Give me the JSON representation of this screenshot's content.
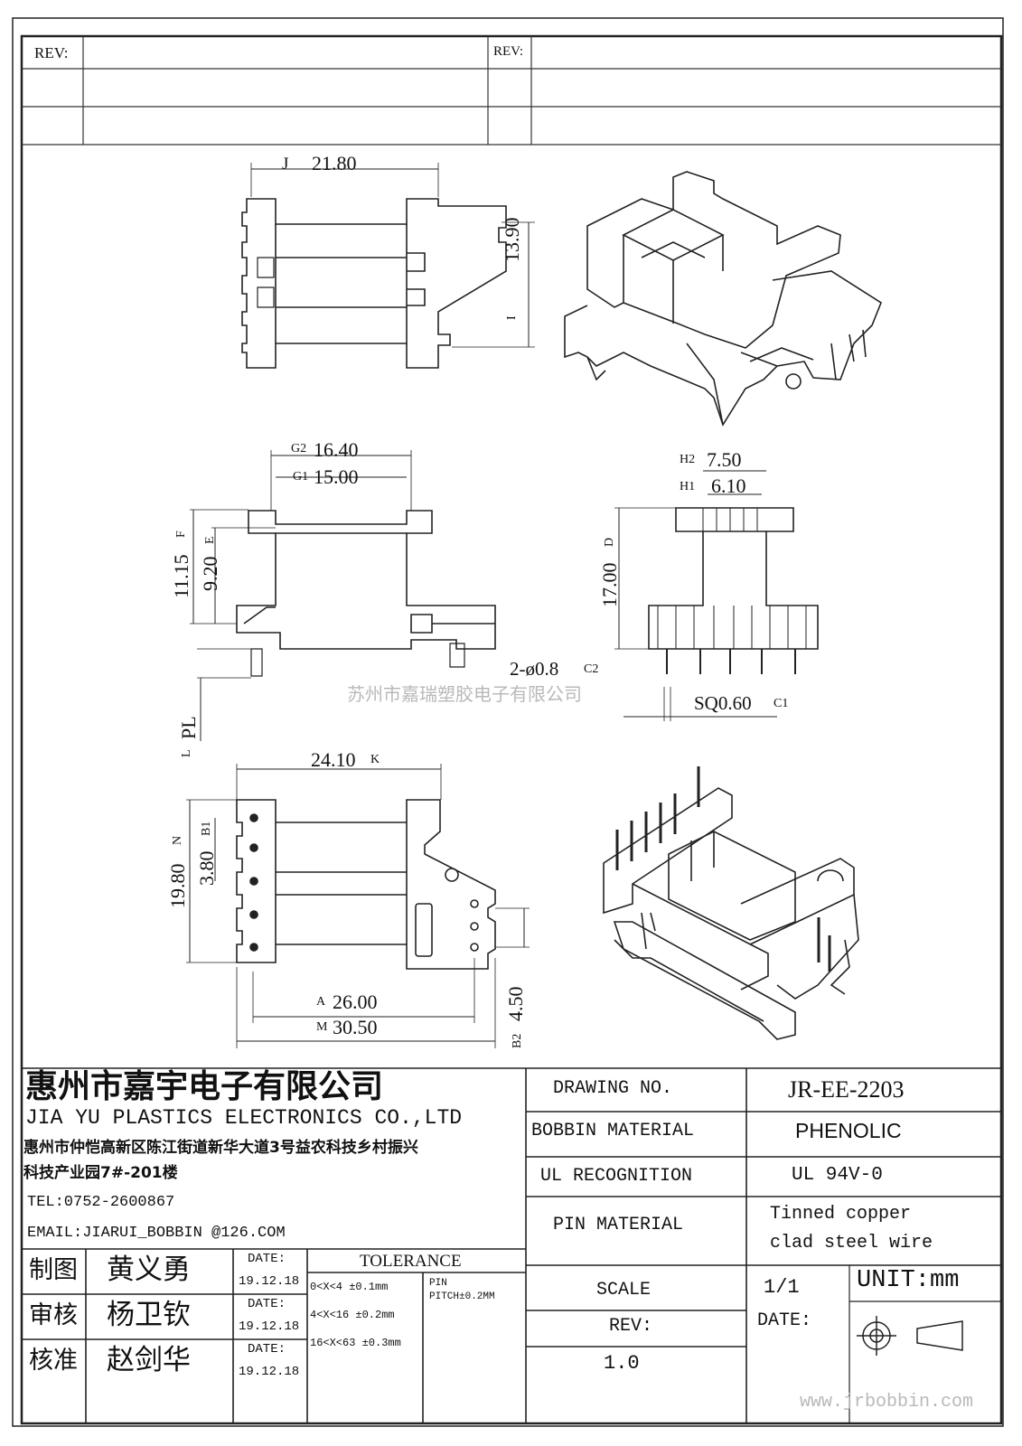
{
  "rev_block": {
    "rev_left": "REV:",
    "rev_right": "REV:"
  },
  "dimensions": {
    "J": "21.80",
    "J_tag": "J",
    "I": "13.90",
    "I_tag": "I",
    "G2": "16.40",
    "G2_tag": "G2",
    "G1": "15.00",
    "G1_tag": "G1",
    "F": "11.15",
    "F_tag": "F",
    "E": "9.20",
    "E_tag": "E",
    "H2": "7.50",
    "H2_tag": "H2",
    "H1": "6.10",
    "H1_tag": "H1",
    "D": "17.00",
    "D_tag": "D",
    "C2": "2-ø0.8",
    "C2_tag": "C2",
    "C1": "SQ0.60",
    "C1_tag": "C1",
    "L": "PL",
    "L_tag": "L",
    "K": "24.10",
    "K_tag": "K",
    "N": "19.80",
    "N_tag": "N",
    "B1": "3.80",
    "B1_tag": "B1",
    "A": "26.00",
    "A_tag": "A",
    "M": "30.50",
    "M_tag": "M",
    "B2": "4.50",
    "B2_tag": "B2"
  },
  "watermark": {
    "text": "苏州市嘉瑞塑胶电子有限公司",
    "url": "www.jrbobbin.com"
  },
  "company": {
    "name_cn": "惠州市嘉宇电子有限公司",
    "name_en": "JIA YU PLASTICS ELECTRONICS CO.,LTD",
    "address_line1": "惠州市仲恺高新区陈江街道新华大道3号益农科技乡村振兴",
    "address_line2": "科技产业园7#-201楼",
    "tel": "TEL:0752-2600867",
    "email": "EMAIL:JIARUI_BOBBIN @126.COM"
  },
  "signoff": [
    {
      "role": "制图",
      "name": "黄义勇",
      "date_label": "DATE:",
      "date": "19.12.18"
    },
    {
      "role": "审核",
      "name": "杨卫钦",
      "date_label": "DATE:",
      "date": "19.12.18"
    },
    {
      "role": "核准",
      "name": "赵剑华",
      "date_label": "DATE:",
      "date": "19.12.18"
    }
  ],
  "tolerance": {
    "title": "TOLERANCE",
    "rows": [
      "0<X<4  ±0.1mm",
      "4<X<16 ±0.2mm",
      "16<X<63 ±0.3mm"
    ],
    "pin_label": "PIN",
    "pin_pitch": "PITCH±0.2MM"
  },
  "spec": {
    "drawing_no_label": "DRAWING   NO.",
    "drawing_no": "JR-EE-2203",
    "bobbin_material_label": "BOBBIN   MATERIAL",
    "bobbin_material": "PHENOLIC",
    "ul_label": "UL RECOGNITION",
    "ul_value": "UL 94V-0",
    "pin_material_label": "PIN MATERIAL",
    "pin_material_1": "Tinned copper",
    "pin_material_2": "clad steel wire",
    "scale_label": "SCALE",
    "scale": "1/1",
    "unit": "UNIT:mm",
    "rev_label": "REV:",
    "rev": "1.0",
    "date_label": "DATE:"
  }
}
